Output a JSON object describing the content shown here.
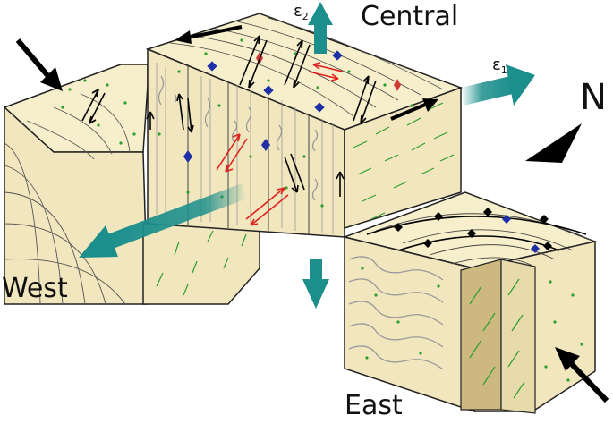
{
  "labels": {
    "central": "Central",
    "west": "West",
    "east": "East",
    "north": "N",
    "epsilon1_symbol": "ε",
    "epsilon1_sub": "1",
    "epsilon2_symbol": "ε",
    "epsilon2_sub": "2"
  },
  "colors": {
    "block_top": "#f7efcb",
    "block_side": "#f1e6bd",
    "block_dark": "#e8dbab",
    "slot": "#cdb97f",
    "outline": "#222222",
    "fold_line": "#9a9a9a",
    "lineation": "#2e9e2e",
    "arrow_teal": "#1c8f8c",
    "shear_red": "#e02020",
    "marker_blue": "#1f2fa8",
    "marker_red": "#d23a3a",
    "black": "#000000"
  },
  "icons": {
    "compression_arrow": "black-arrow",
    "extension_arrow": "teal-arrow",
    "north_pointer": "triangle-pointer",
    "shear_sense": "half-arrow-pair"
  }
}
